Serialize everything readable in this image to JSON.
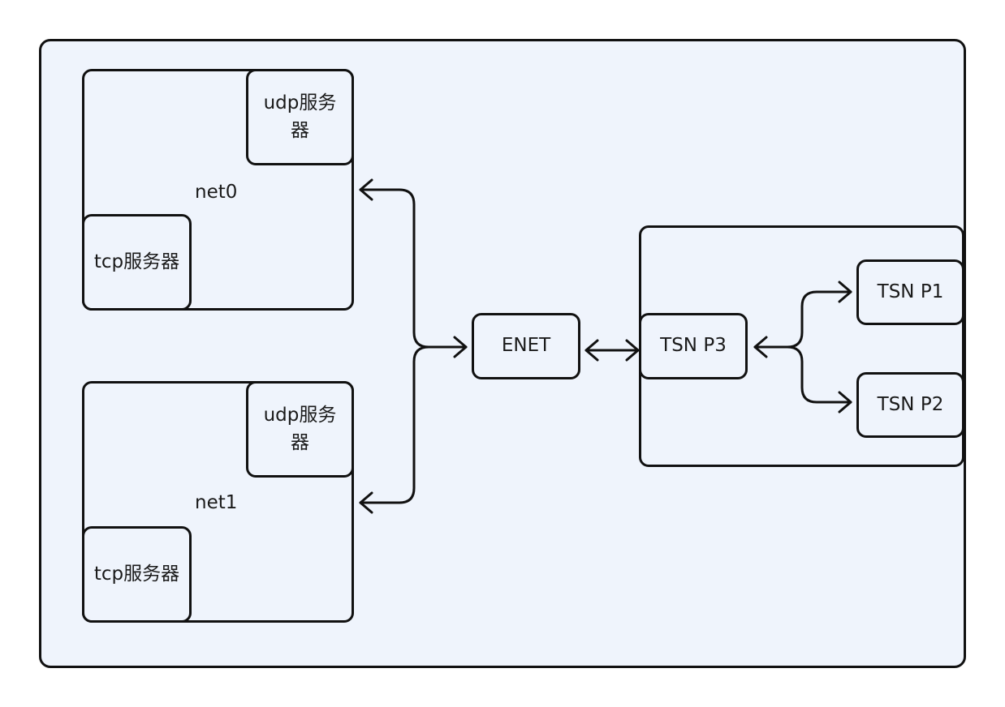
{
  "net0": {
    "name": "net0",
    "udp_server": "udp服务器",
    "tcp_server": "tcp服务器"
  },
  "net1": {
    "name": "net1",
    "udp_server": "udp服务器",
    "tcp_server": "tcp服务器"
  },
  "enet": "ENET",
  "tsn": {
    "p3": "TSN P3",
    "p1": "TSN P1",
    "p2": "TSN P2"
  },
  "colors": {
    "background": "#eff4fc",
    "stroke": "#111111"
  }
}
